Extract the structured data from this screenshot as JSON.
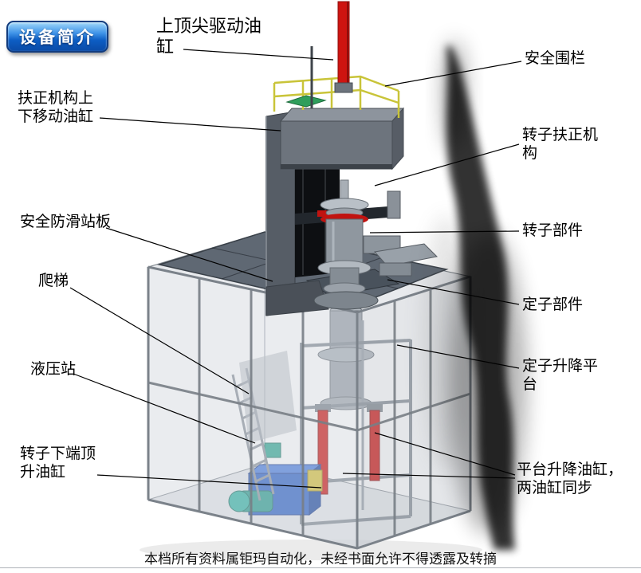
{
  "badge": {
    "label": "设备简介"
  },
  "labels": {
    "top_drive_cylinder": "上顶尖驱动油缸",
    "safety_fence": "安全围栏",
    "centering_move_cylinder": "扶正机构上下移动油缸",
    "rotor_centering_mechanism": "转子扶正机构",
    "antislip_plate": "安全防滑站板",
    "rotor_part": "转子部件",
    "ladder": "爬梯",
    "stator_part": "定子部件",
    "hydraulic_station": "液压站",
    "stator_lift_platform": "定子升降平台",
    "rotor_jack_cylinder": "转子下端顶升油缸",
    "platform_lift_cylinders": "平台升降油缸，两油缸同步"
  },
  "footer": {
    "text": "本档所有资料属钜玛自动化，未经书面允许不得透露及转摘"
  },
  "colors": {
    "badge_blue": "#0d5ec4",
    "cylinder_red": "#ce1410",
    "railing_yellow": "#c9c439",
    "hydraulic_blue": "#2e62c8",
    "pump_teal": "#2a9d8f",
    "plate_gray": "#5f6873",
    "frame_gray": "#8d959d"
  }
}
